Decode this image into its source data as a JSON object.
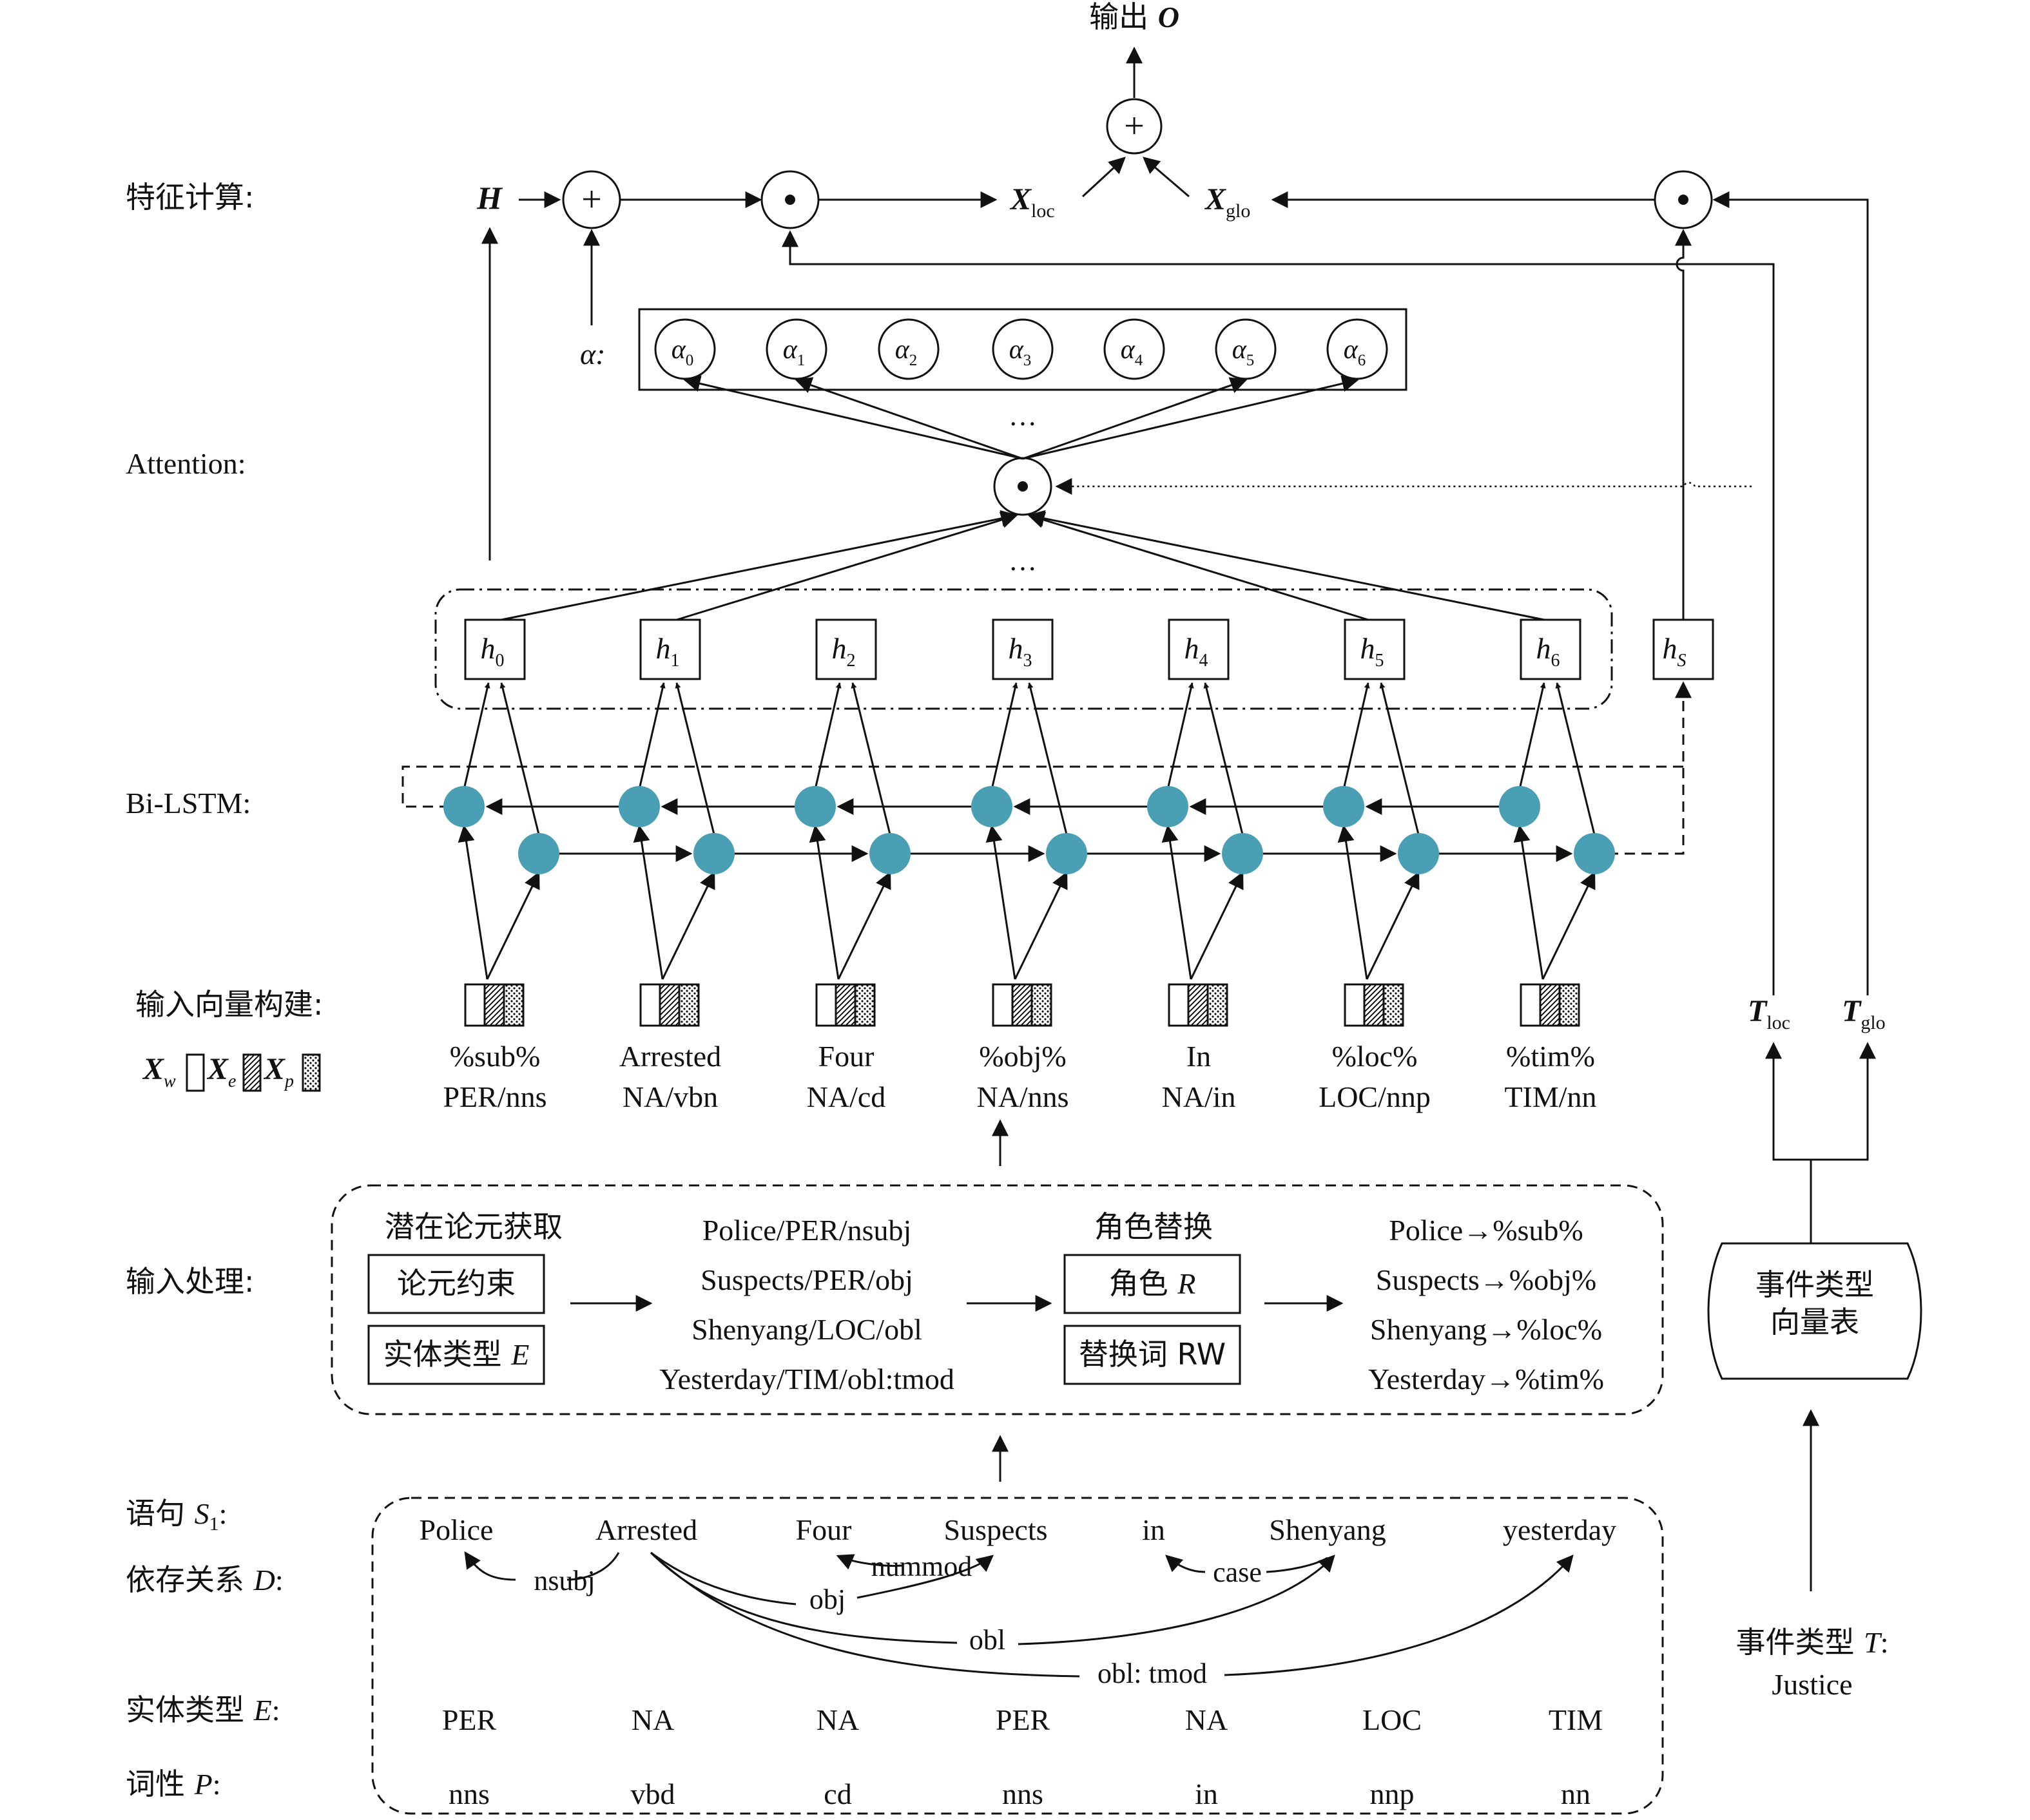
{
  "output_label": {
    "text": "输出 ",
    "var": "O"
  },
  "stages": {
    "feature": "特征计算:",
    "attention": "Attention:",
    "bilstm": "Bi-LSTM:",
    "input_vector": "输入向量构建:",
    "input_processing": "输入处理:",
    "sentence_prefix": "语句 ",
    "sentence_var": "S",
    "sentence_sub": "1",
    "sentence_suffix": ":",
    "dependency_prefix": "依存关系 ",
    "dependency_var": "D",
    "dependency_suffix": ":",
    "entity_prefix": "实体类型 ",
    "entity_var": "E",
    "entity_suffix": ":",
    "pos_prefix": "词性 ",
    "pos_var": "P",
    "pos_suffix": ":"
  },
  "feature": {
    "H": "H",
    "plus": "+",
    "x_loc": "X",
    "x_loc_sub": "loc",
    "x_glo": "X",
    "x_glo_sub": "glo",
    "alpha_label": "α:"
  },
  "alphas": [
    "α0",
    "α1",
    "α2",
    "α3",
    "α4",
    "α5",
    "α6"
  ],
  "alpha_base": "α",
  "alpha_subs": [
    "0",
    "1",
    "2",
    "3",
    "4",
    "5",
    "6"
  ],
  "ellipsis": "…",
  "hidden_subs": [
    "0",
    "1",
    "2",
    "3",
    "4",
    "5",
    "6"
  ],
  "hidden_base": "h",
  "hidden_s_sub": "S",
  "input_vector_formula": {
    "xw": "X",
    "xw_sub": "w",
    "xe": "X",
    "xe_sub": "e",
    "xp": "X",
    "xp_sub": "p"
  },
  "tokens": [
    {
      "word": "%sub%",
      "tag": "PER/nns"
    },
    {
      "word": "Arrested",
      "tag": "NA/vbn"
    },
    {
      "word": "Four",
      "tag": "NA/cd"
    },
    {
      "word": "%obj%",
      "tag": "NA/nns"
    },
    {
      "word": "In",
      "tag": "NA/in"
    },
    {
      "word": "%loc%",
      "tag": "LOC/nnp"
    },
    {
      "word": "%tim%",
      "tag": "TIM/nn"
    }
  ],
  "t_loc": {
    "var": "T",
    "sub": "loc"
  },
  "t_glo": {
    "var": "T",
    "sub": "glo"
  },
  "processing": {
    "latent_title": "潜在论元获取",
    "arg_constraint": "论元约束",
    "entity_type": "实体类型 ",
    "entity_type_var": "E",
    "args": [
      "Police/PER/nsubj",
      "Suspects/PER/obj",
      "Shenyang/LOC/obl",
      "Yesterday/TIM/obl:tmod"
    ],
    "role_title": "角色替换",
    "role": "角色 ",
    "role_var": "R",
    "replace_word": "替换词 RW",
    "replacements": [
      "Police→%sub%",
      "Suspects→%obj%",
      "Shenyang→%loc%",
      "Yesterday→%tim%"
    ]
  },
  "event_table": [
    "事件类型",
    "向量表"
  ],
  "event_type": {
    "prefix": "事件类型 ",
    "var": "T",
    "suffix": ":",
    "value": "Justice"
  },
  "sentence": {
    "words": [
      "Police",
      "Arrested",
      "Four",
      "Suspects",
      "in",
      "Shenyang",
      "yesterday"
    ],
    "relations": [
      "nsubj",
      "nummod",
      "obj",
      "case",
      "obl",
      "obl: tmod"
    ],
    "entities": [
      "PER",
      "NA",
      "NA",
      "PER",
      "NA",
      "LOC",
      "TIM"
    ],
    "pos": [
      "nns",
      "vbd",
      "cd",
      "nns",
      "in",
      "nnp",
      "nn"
    ]
  },
  "colors": {
    "node": "#4a9fb5",
    "line": "#111111"
  }
}
